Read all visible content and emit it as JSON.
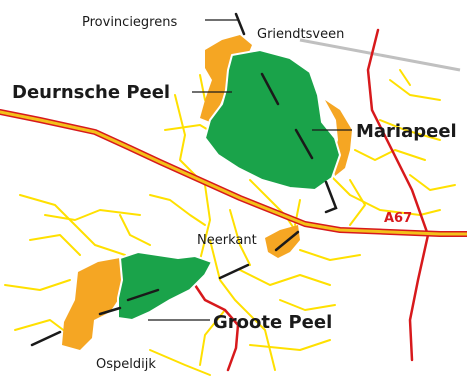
{
  "map": {
    "labels": {
      "provinciegrens": "Provinciegrens",
      "griendtsveen": "Griendtsveen",
      "deurnsche_peel": "Deurnsche Peel",
      "mariapeel": "Mariapeel",
      "neerkant": "Neerkant",
      "groote_peel": "Groote Peel",
      "ospeldijk": "Ospeldijk",
      "road_a67": "A67"
    },
    "colors": {
      "background": "#ffffff",
      "nature_reserve": "#1aa34a",
      "peat_area": "#f5a623",
      "local_road": "#ffe000",
      "motorway_fill": "#f3c11a",
      "motorway_edge": "#d7191c",
      "main_road": "#d7191c",
      "railway": "#c0c0c0",
      "border_line": "#1a1a1a"
    }
  }
}
